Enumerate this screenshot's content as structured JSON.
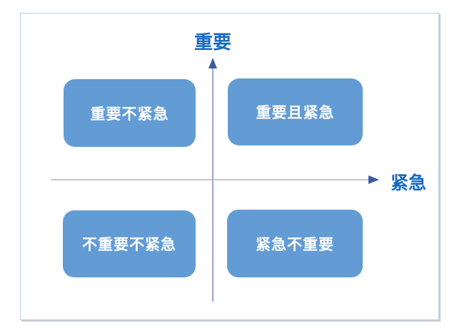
{
  "diagram": {
    "type": "quadrant-matrix",
    "axes": {
      "y_label": "重要",
      "x_label": "紧急"
    },
    "quadrants": [
      {
        "id": "top-left",
        "label": "重要不紧急"
      },
      {
        "id": "top-right",
        "label": "重要且紧急"
      },
      {
        "id": "bottom-left",
        "label": "不重要不紧急"
      },
      {
        "id": "bottom-right",
        "label": "紧急不重要"
      }
    ]
  },
  "colors": {
    "box-fill": "#639cd5",
    "box-text": "#ffffff",
    "axis-label": "#1669c2",
    "v-axis-line": "#8493bf",
    "h-axis-line": "#a9b1ba",
    "arrowhead": "#3d5a9e",
    "frame-border": "#b7cfe3"
  }
}
